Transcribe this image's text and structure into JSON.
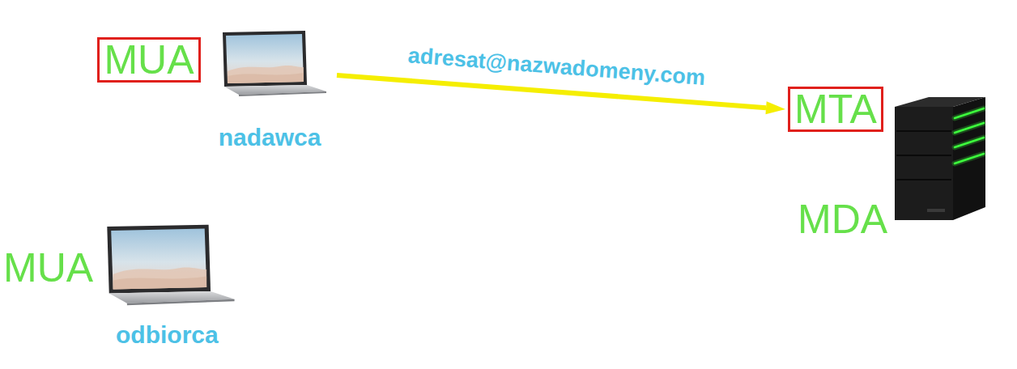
{
  "diagram": {
    "nodes": [
      {
        "text": [
          "MUA"
        ]
      },
      {
        "text": [
          "nadawca"
        ]
      },
      {
        "text": [
          "MTA"
        ]
      }
    ],
    "edges": [
      {
        "from": 1,
        "to": 2,
        "arrow": "to",
        "label": "adresat@nazwadomeny.com"
      }
    ],
    "labels": [
      "MDA",
      "MUA",
      "odbiorca"
    ]
  }
}
